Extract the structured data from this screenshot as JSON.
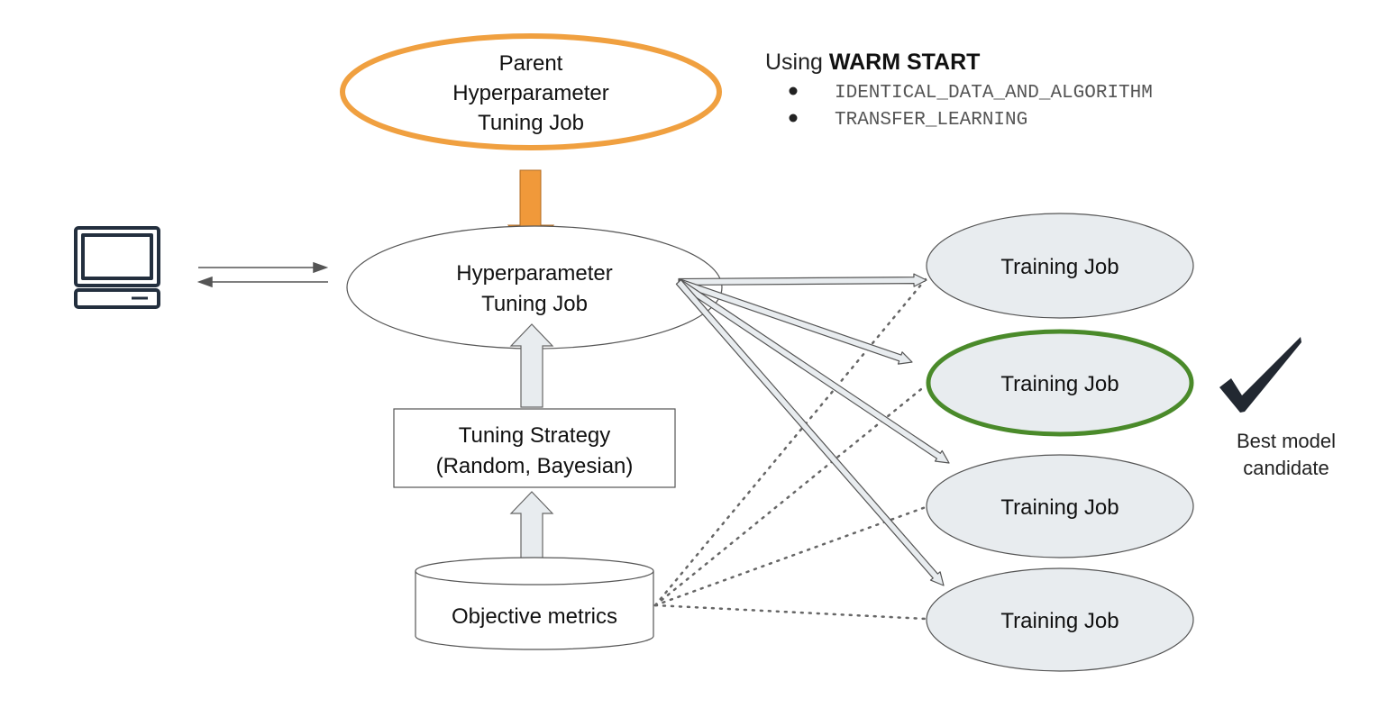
{
  "warm_start": {
    "prefix": "Using ",
    "keyword": "WARM START",
    "options": [
      "IDENTICAL_DATA_AND_ALGORITHM",
      "TRANSFER_LEARNING"
    ]
  },
  "nodes": {
    "parent_job": [
      "Parent",
      "Hyperparameter",
      "Tuning Job"
    ],
    "tuning_job": [
      "Hyperparameter",
      "Tuning Job"
    ],
    "tuning_strategy": [
      "Tuning Strategy",
      "(Random, Bayesian)"
    ],
    "objective_metrics": "Objective metrics",
    "training_jobs": [
      "Training Job",
      "Training Job",
      "Training Job",
      "Training Job"
    ]
  },
  "best_model": [
    "Best model",
    "candidate"
  ],
  "colors": {
    "parent_outline": "#f0a040",
    "orange_arrow": "#f0993a",
    "best_outline": "#4a8a2a",
    "training_fill": "#e8ecef",
    "light_arrow_fill": "#e8ecef",
    "line": "#555555",
    "dotted": "#666666",
    "checkmark": "#222831",
    "computer": "#232f3e"
  }
}
